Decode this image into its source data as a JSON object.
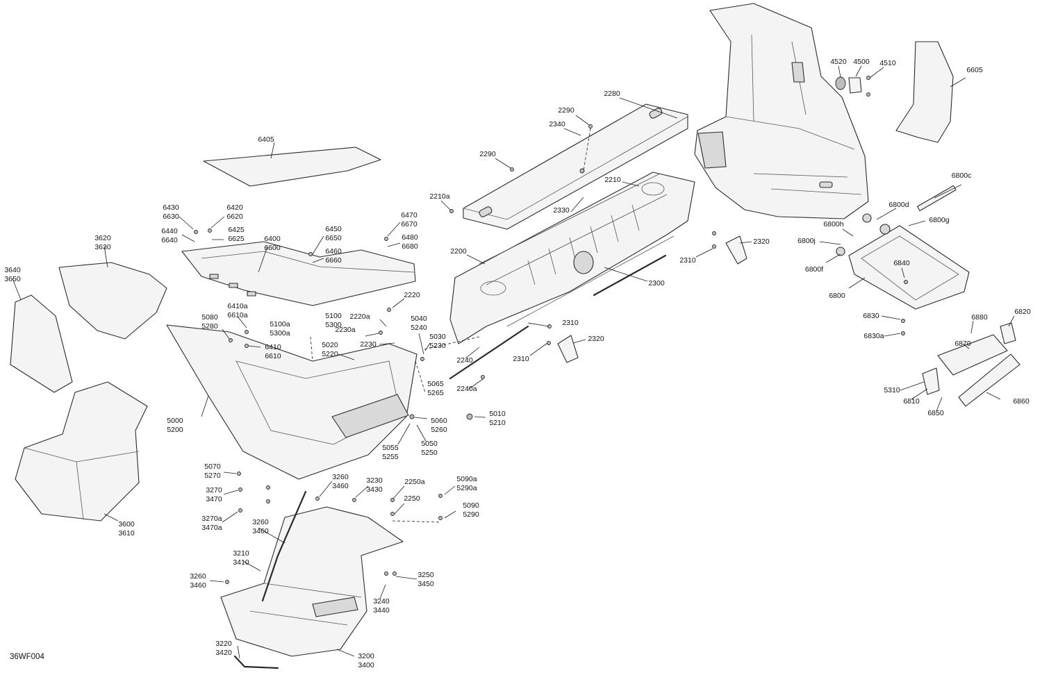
{
  "diagram": {
    "figure_code": "36WF004",
    "labels": [
      {
        "id": "6605",
        "lines": [
          "6605"
        ]
      },
      {
        "id": "4520",
        "lines": [
          "4520"
        ]
      },
      {
        "id": "4500",
        "lines": [
          "4500"
        ]
      },
      {
        "id": "4510",
        "lines": [
          "4510"
        ]
      },
      {
        "id": "2280",
        "lines": [
          "2280"
        ]
      },
      {
        "id": "2290a",
        "lines": [
          "2290"
        ]
      },
      {
        "id": "2340",
        "lines": [
          "2340"
        ]
      },
      {
        "id": "2290b",
        "lines": [
          "2290"
        ]
      },
      {
        "id": "6405",
        "lines": [
          "6405"
        ]
      },
      {
        "id": "2210a",
        "lines": [
          "2210a"
        ]
      },
      {
        "id": "2210",
        "lines": [
          "2210"
        ]
      },
      {
        "id": "2330",
        "lines": [
          "2330"
        ]
      },
      {
        "id": "6800c",
        "lines": [
          "6800c"
        ]
      },
      {
        "id": "6800d",
        "lines": [
          "6800d"
        ]
      },
      {
        "id": "6800g",
        "lines": [
          "6800g"
        ]
      },
      {
        "id": "6800h",
        "lines": [
          "6800h"
        ]
      },
      {
        "id": "6800j",
        "lines": [
          "6800j"
        ]
      },
      {
        "id": "6800f",
        "lines": [
          "6800f"
        ]
      },
      {
        "id": "6840",
        "lines": [
          "6840"
        ]
      },
      {
        "id": "6800",
        "lines": [
          "6800"
        ]
      },
      {
        "id": "2320a",
        "lines": [
          "2320"
        ]
      },
      {
        "id": "2310a",
        "lines": [
          "2310"
        ]
      },
      {
        "id": "2300",
        "lines": [
          "2300"
        ]
      },
      {
        "id": "2200",
        "lines": [
          "2200"
        ]
      },
      {
        "id": "6430",
        "lines": [
          "6430",
          "6630"
        ]
      },
      {
        "id": "6420",
        "lines": [
          "6420",
          "6620"
        ]
      },
      {
        "id": "6440",
        "lines": [
          "6440",
          "6640"
        ]
      },
      {
        "id": "6425",
        "lines": [
          "6425",
          "6625"
        ]
      },
      {
        "id": "6400",
        "lines": [
          "6400",
          "6600"
        ]
      },
      {
        "id": "6450",
        "lines": [
          "6450",
          "6650"
        ]
      },
      {
        "id": "6460",
        "lines": [
          "6460",
          "6660"
        ]
      },
      {
        "id": "6470",
        "lines": [
          "6470",
          "6670"
        ]
      },
      {
        "id": "6480",
        "lines": [
          "6480",
          "6680"
        ]
      },
      {
        "id": "3620",
        "lines": [
          "3620",
          "3630"
        ]
      },
      {
        "id": "3640",
        "lines": [
          "3640",
          "3650"
        ]
      },
      {
        "id": "6410a",
        "lines": [
          "6410a",
          "6610a"
        ]
      },
      {
        "id": "2220",
        "lines": [
          "2220"
        ]
      },
      {
        "id": "2220a",
        "lines": [
          "2220a"
        ]
      },
      {
        "id": "5080",
        "lines": [
          "5080",
          "5280"
        ]
      },
      {
        "id": "5100a",
        "lines": [
          "5100a",
          "5300a"
        ]
      },
      {
        "id": "5100",
        "lines": [
          "5100",
          "5300"
        ]
      },
      {
        "id": "5040",
        "lines": [
          "5040",
          "5240"
        ]
      },
      {
        "id": "2230a",
        "lines": [
          "2230a"
        ]
      },
      {
        "id": "2310b",
        "lines": [
          "2310"
        ]
      },
      {
        "id": "6410",
        "lines": [
          "6410",
          "6610"
        ]
      },
      {
        "id": "2230",
        "lines": [
          "2230"
        ]
      },
      {
        "id": "5030",
        "lines": [
          "5030",
          "5230"
        ]
      },
      {
        "id": "5020",
        "lines": [
          "5020",
          "5220"
        ]
      },
      {
        "id": "2240",
        "lines": [
          "2240"
        ]
      },
      {
        "id": "2310c",
        "lines": [
          "2310"
        ]
      },
      {
        "id": "2320b",
        "lines": [
          "2320"
        ]
      },
      {
        "id": "6830",
        "lines": [
          "6830"
        ]
      },
      {
        "id": "6830a",
        "lines": [
          "6830a"
        ]
      },
      {
        "id": "6880",
        "lines": [
          "6880"
        ]
      },
      {
        "id": "6820",
        "lines": [
          "6820"
        ]
      },
      {
        "id": "6870",
        "lines": [
          "6870"
        ]
      },
      {
        "id": "5310",
        "lines": [
          "5310"
        ]
      },
      {
        "id": "6810",
        "lines": [
          "6810"
        ]
      },
      {
        "id": "6850",
        "lines": [
          "6850"
        ]
      },
      {
        "id": "6860",
        "lines": [
          "6860"
        ]
      },
      {
        "id": "2240a",
        "lines": [
          "2240a"
        ]
      },
      {
        "id": "5065",
        "lines": [
          "5065",
          "5265"
        ]
      },
      {
        "id": "5010",
        "lines": [
          "5010",
          "5210"
        ]
      },
      {
        "id": "5000",
        "lines": [
          "5000",
          "5200"
        ]
      },
      {
        "id": "5060",
        "lines": [
          "5060",
          "5260"
        ]
      },
      {
        "id": "5055",
        "lines": [
          "5055",
          "5255"
        ]
      },
      {
        "id": "5050",
        "lines": [
          "5050",
          "5250"
        ]
      },
      {
        "id": "5070",
        "lines": [
          "5070",
          "5270"
        ]
      },
      {
        "id": "3260a",
        "lines": [
          "3260",
          "3460"
        ]
      },
      {
        "id": "3230",
        "lines": [
          "3230",
          "3430"
        ]
      },
      {
        "id": "2250a",
        "lines": [
          "2250a"
        ]
      },
      {
        "id": "5090a",
        "lines": [
          "5090a",
          "5290a"
        ]
      },
      {
        "id": "3270",
        "lines": [
          "3270",
          "3470"
        ]
      },
      {
        "id": "2250",
        "lines": [
          "2250"
        ]
      },
      {
        "id": "5090",
        "lines": [
          "5090",
          "5290"
        ]
      },
      {
        "id": "3600",
        "lines": [
          "3600",
          "3610"
        ]
      },
      {
        "id": "3270a",
        "lines": [
          "3270a",
          "3470a"
        ]
      },
      {
        "id": "3260b",
        "lines": [
          "3260",
          "3460"
        ]
      },
      {
        "id": "3210",
        "lines": [
          "3210",
          "3410"
        ]
      },
      {
        "id": "3250",
        "lines": [
          "3250",
          "3450"
        ]
      },
      {
        "id": "3260c",
        "lines": [
          "3260",
          "3460"
        ]
      },
      {
        "id": "3240",
        "lines": [
          "3240",
          "3440"
        ]
      },
      {
        "id": "3220",
        "lines": [
          "3220",
          "3420"
        ]
      },
      {
        "id": "3200",
        "lines": [
          "3200",
          "3400"
        ]
      }
    ]
  }
}
